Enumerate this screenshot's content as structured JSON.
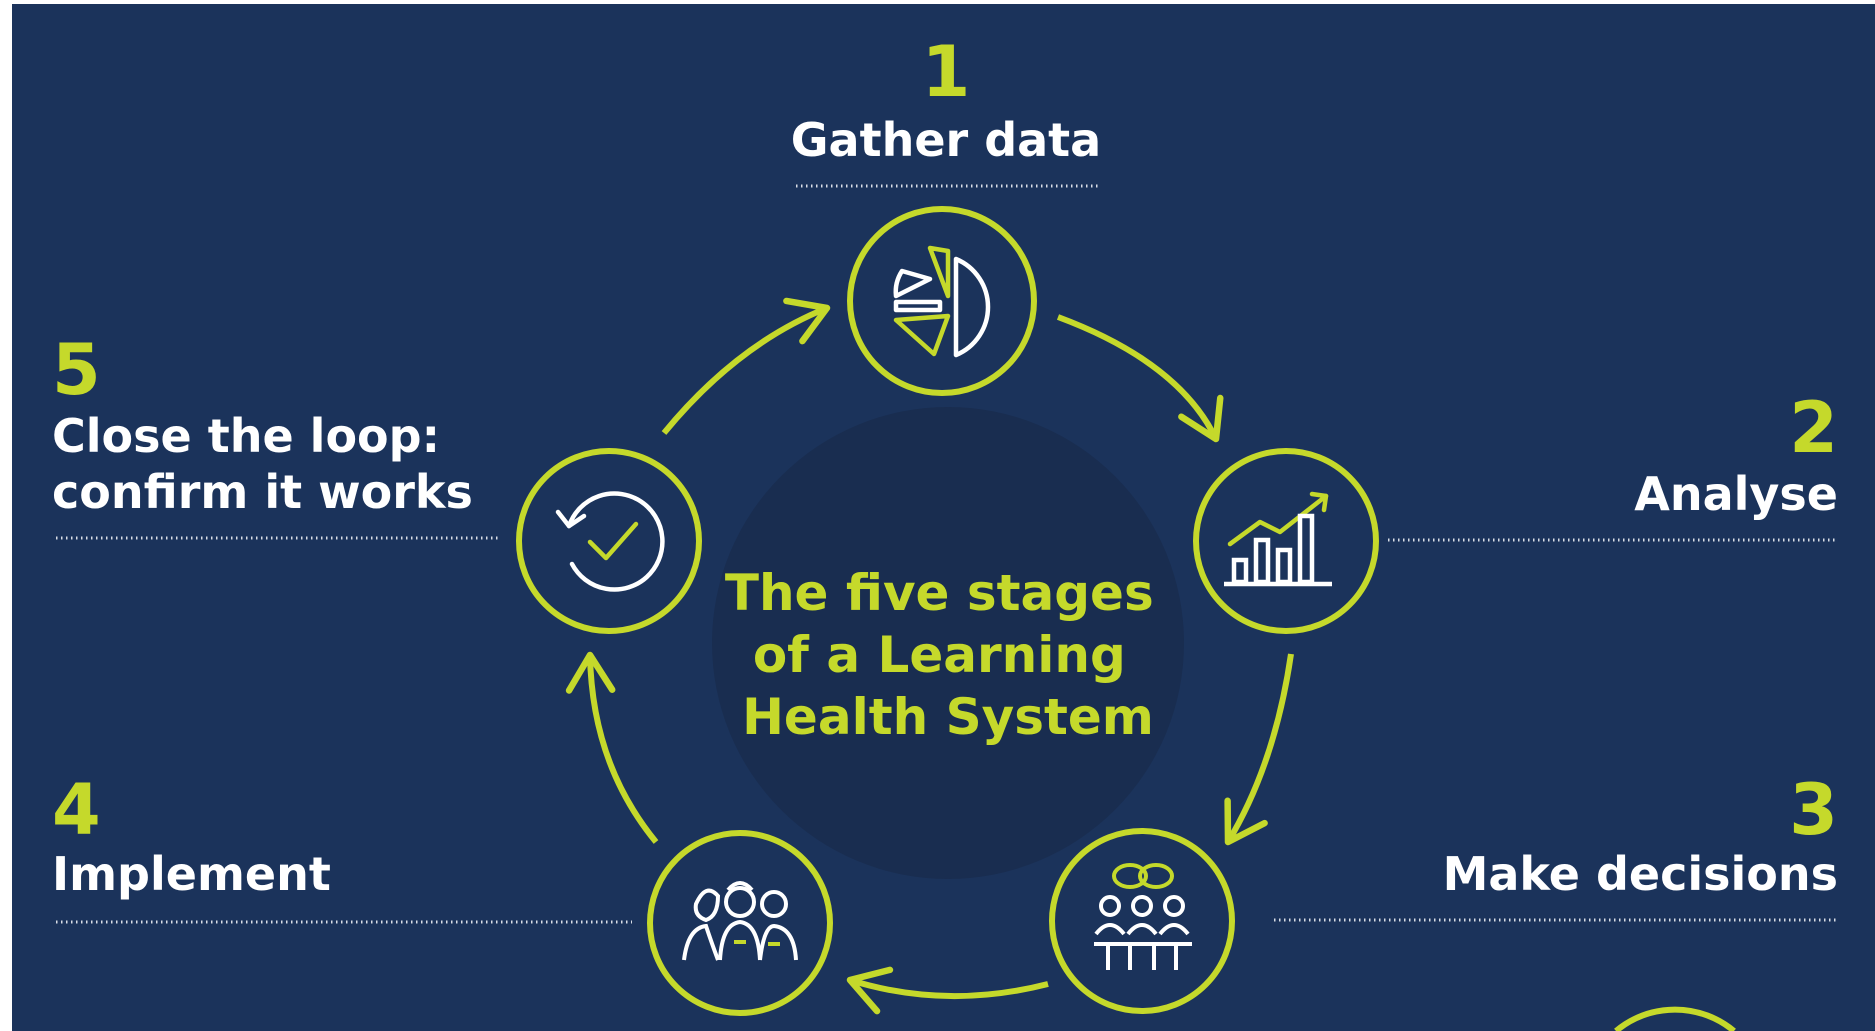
{
  "center_title": [
    "The five stages",
    "of a Learning",
    "Health System"
  ],
  "stages": [
    {
      "number": "1",
      "label_lines": [
        "Gather data"
      ],
      "icon": "pie-chart-icon"
    },
    {
      "number": "2",
      "label_lines": [
        "Analyse"
      ],
      "icon": "bar-chart-trend-icon"
    },
    {
      "number": "3",
      "label_lines": [
        "Make decisions"
      ],
      "icon": "meeting-group-icon"
    },
    {
      "number": "4",
      "label_lines": [
        "Implement"
      ],
      "icon": "clinicians-team-icon"
    },
    {
      "number": "5",
      "label_lines": [
        "Close the loop:",
        "confirm it works"
      ],
      "icon": "cycle-check-icon"
    }
  ],
  "colors": {
    "background": "#1b335b",
    "accent": "#c5d92b",
    "center_disc": "#192d50",
    "text": "#ffffff"
  }
}
